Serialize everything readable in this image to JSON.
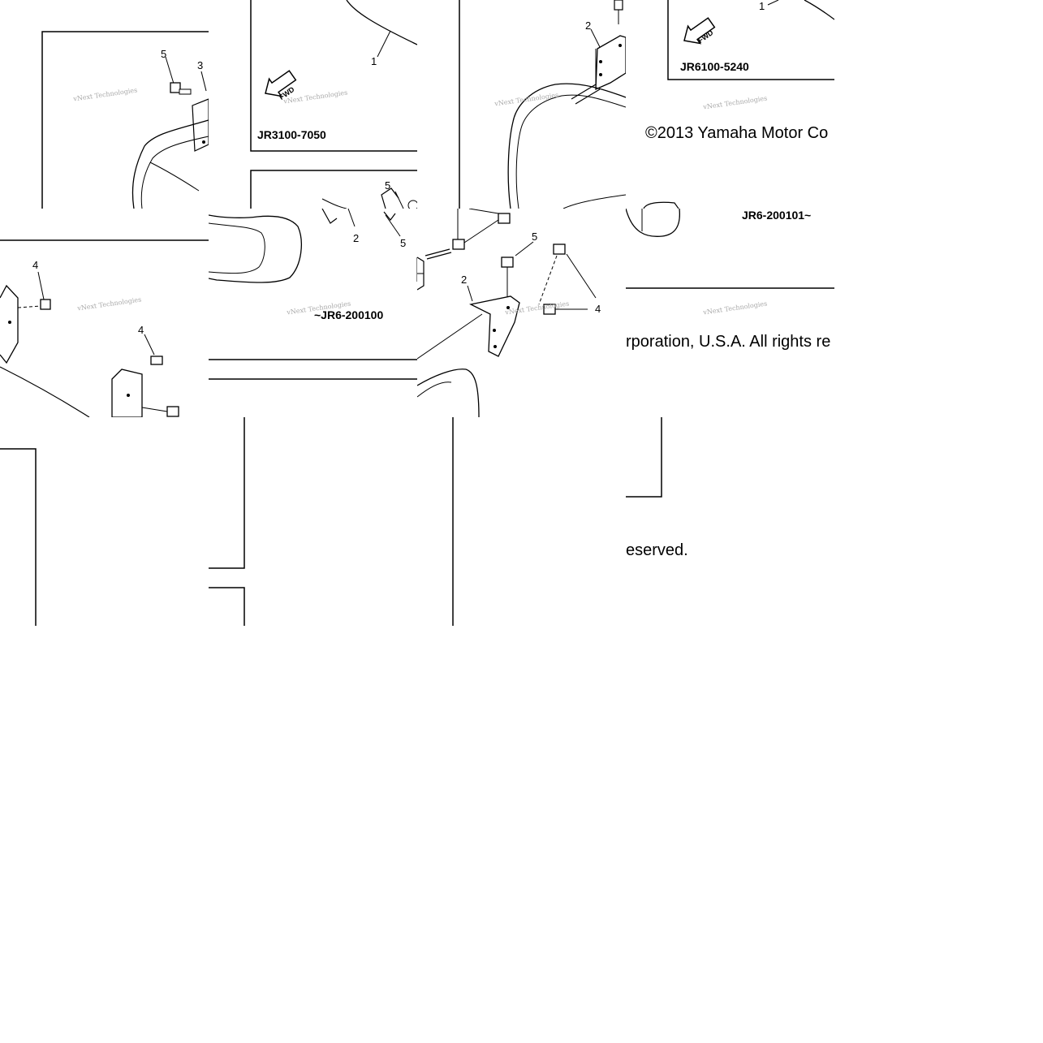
{
  "diagram": {
    "watermark": "vNext Technologies",
    "fwd_label": "FWD",
    "codes": {
      "jr3100": "JR3100-7050",
      "jr6100": "JR6100-5240",
      "jr6_upto": "~JR6-200100",
      "jr6_from": "JR6-200101~"
    },
    "copyright_segments": {
      "part1": "©2013 Yamaha Motor Co",
      "part2": "rporation, U.S.A. All rights re",
      "part3": "eserved."
    },
    "callouts": [
      "1",
      "2",
      "3",
      "4",
      "5"
    ]
  }
}
